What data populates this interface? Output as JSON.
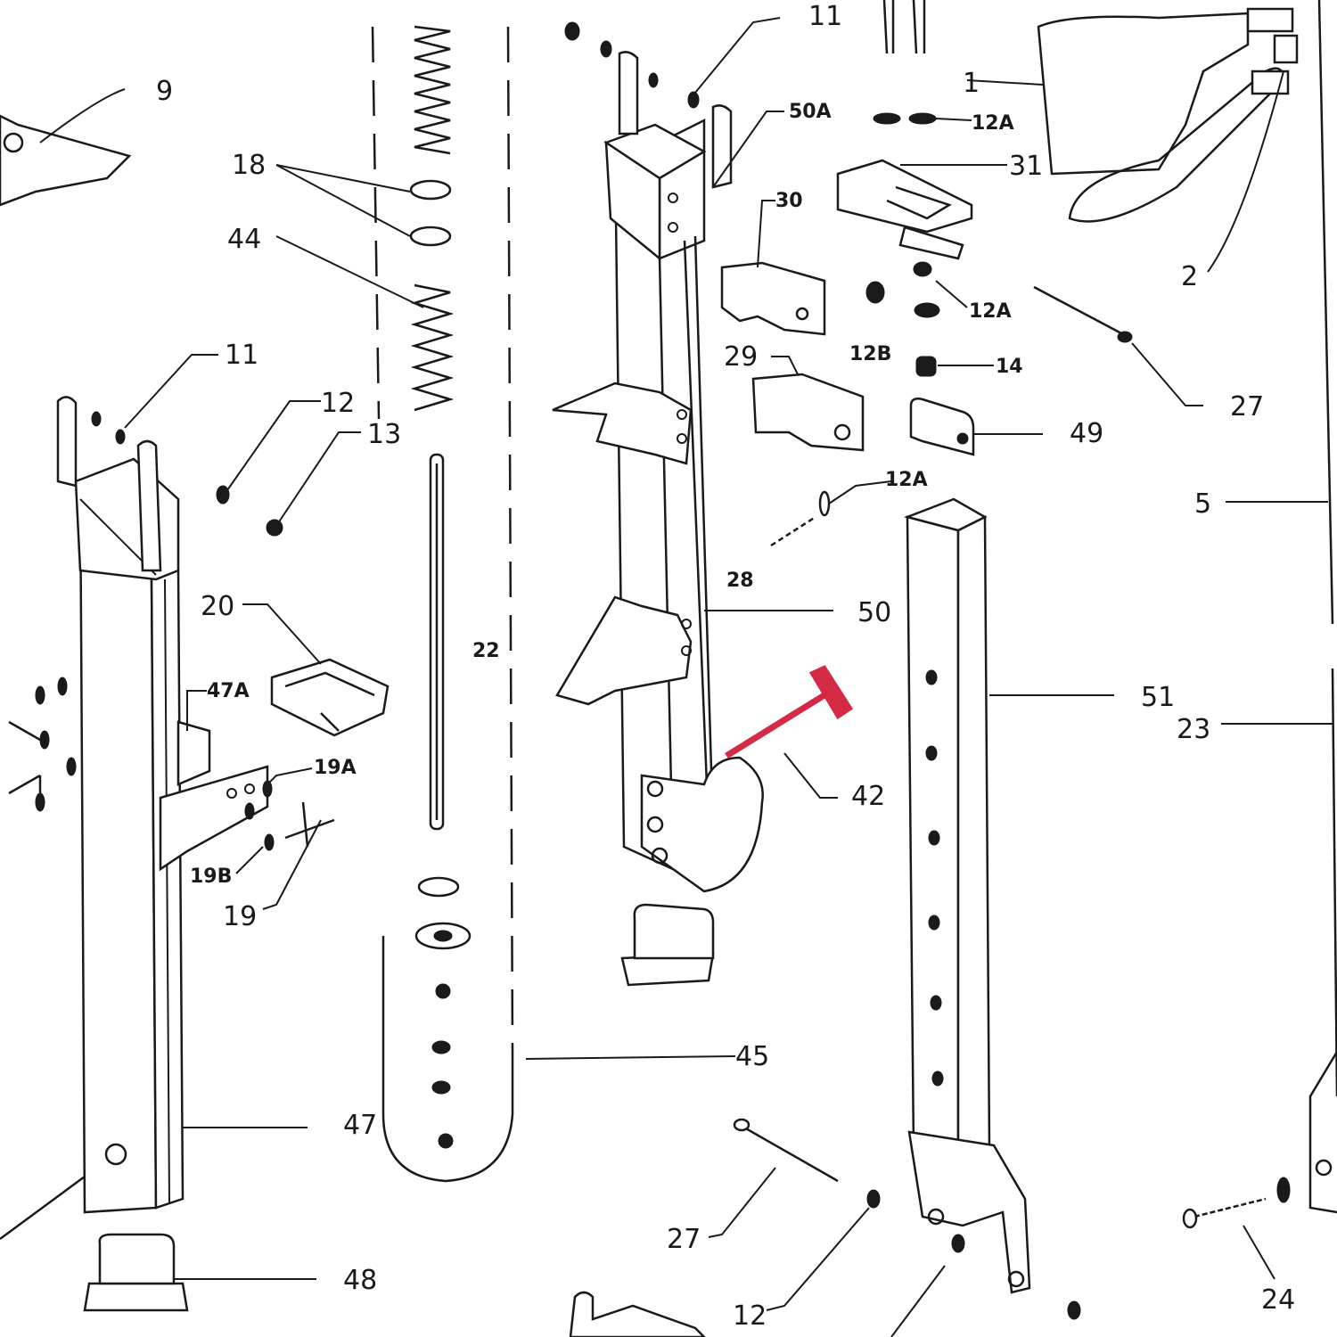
{
  "colors": {
    "line": "#1a1a1a",
    "highlight": "#d42a45",
    "background": "#ffffff"
  },
  "labels": {
    "l11_top": "11",
    "l9": "9",
    "l18": "18",
    "l44": "44",
    "l11_left": "11",
    "l12_left": "12",
    "l13": "13",
    "l20": "20",
    "l47a": "47A",
    "l19a": "19A",
    "l19b": "19B",
    "l19": "19",
    "l22": "22",
    "l47": "47",
    "l48": "48",
    "l45": "45",
    "l50a": "50A",
    "l30": "30",
    "l29": "29",
    "l50": "50",
    "l42": "42",
    "l28": "28",
    "l12a_top": "12A",
    "l1": "1",
    "l31": "31",
    "l12a_mid": "12A",
    "l12b": "12B",
    "l14": "14",
    "l49": "49",
    "l12a_low": "12A",
    "l2": "2",
    "l27_right": "27",
    "l5": "5",
    "l51": "51",
    "l23": "23",
    "l27_bottom": "27",
    "l12_bottom": "12",
    "l24": "24"
  }
}
